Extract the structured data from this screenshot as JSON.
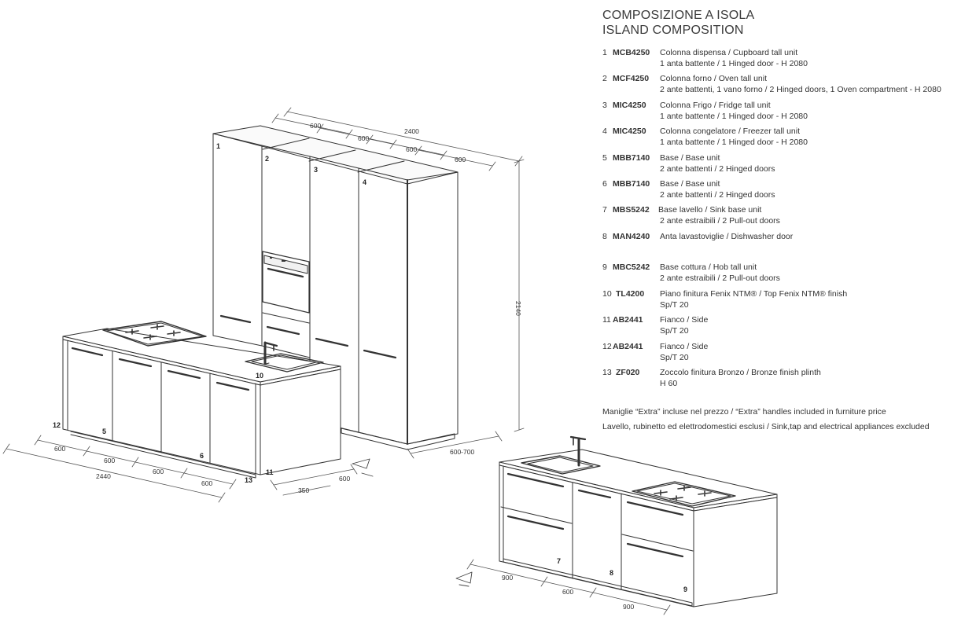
{
  "title": {
    "line1": "COMPOSIZIONE A ISOLA",
    "line2": "ISLAND COMPOSITION"
  },
  "items": [
    {
      "num": "1",
      "code": "MCB4250",
      "lines": [
        "Colonna dispensa / Cupboard tall unit",
        "1 anta battente / 1 Hinged door - H 2080"
      ]
    },
    {
      "num": "2",
      "code": "MCF4250",
      "lines": [
        "Colonna forno / Oven tall unit",
        "2 ante battenti, 1 vano forno / 2 Hinged doors, 1 Oven compartment - H 2080"
      ]
    },
    {
      "num": "3",
      "code": "MIC4250",
      "lines": [
        "Colonna Frigo / Fridge tall unit",
        "1 ante battente / 1 Hinged door - H 2080"
      ]
    },
    {
      "num": "4",
      "code": "MIC4250",
      "lines": [
        "Colonna congelatore / Freezer tall unit",
        "1 anta battente / 1 Hinged door - H 2080"
      ]
    },
    {
      "num": "5",
      "code": "MBB7140",
      "lines": [
        "Base / Base unit",
        "2 ante battenti / 2 Hinged doors"
      ]
    },
    {
      "num": "6",
      "code": "MBB7140",
      "lines": [
        "Base / Base unit",
        "2 ante battenti / 2 Hinged doors"
      ]
    },
    {
      "num": "7",
      "code": "MBS5242",
      "lines": [
        "Base lavello / Sink base unit",
        "2 ante estraibili / 2 Pull-out doors"
      ]
    },
    {
      "num": "8",
      "code": "MAN4240",
      "lines": [
        "Anta lavastoviglie / Dishwasher door"
      ]
    },
    {
      "num": "9",
      "code": "MBC5242",
      "lines": [
        "Base cottura / Hob tall unit",
        "2 ante estraibili / 2 Pull-out doors"
      ]
    },
    {
      "num": "10",
      "code": "TL4200",
      "lines": [
        "Piano finitura Fenix NTM® / Top Fenix NTM® finish",
        "Sp/T 20"
      ]
    },
    {
      "num": "11",
      "code": "AB2441",
      "lines": [
        "Fianco / Side",
        "Sp/T 20"
      ]
    },
    {
      "num": "12",
      "code": "AB2441",
      "lines": [
        "Fianco / Side",
        "Sp/T 20"
      ]
    },
    {
      "num": "13",
      "code": "ZF020",
      "lines": [
        "Zoccolo finitura Bronzo / Bronze finish plinth",
        "H 60"
      ]
    }
  ],
  "notes": {
    "line1": "Maniglie “Extra” incluse nel prezzo / “Extra” handles included in furniture price",
    "line2": "Lavello, rubinetto ed elettrodomestici esclusi / Sink,tap and electrical appliances excluded"
  },
  "dims": {
    "tall_total": "2400",
    "tall_1": "600",
    "tall_2": "600",
    "tall_3": "600",
    "tall_4": "600",
    "tall_height": "2140",
    "tall_depth": "600-700",
    "island_total": "2440",
    "island_1": "600",
    "island_2": "600",
    "island_3": "600",
    "island_4": "600",
    "island_depth": "600",
    "island_overhang": "350",
    "back_1": "900",
    "back_2": "600",
    "back_3": "900"
  },
  "callouts": {
    "c1": "1",
    "c2": "2",
    "c3": "3",
    "c4": "4",
    "c5": "5",
    "c6": "6",
    "c7": "7",
    "c8": "8",
    "c9": "9",
    "c10": "10",
    "c11": "11",
    "c12": "12",
    "c13": "13"
  },
  "colors": {
    "line": "#333333",
    "dim": "#555555",
    "text": "#2b2b2b"
  }
}
